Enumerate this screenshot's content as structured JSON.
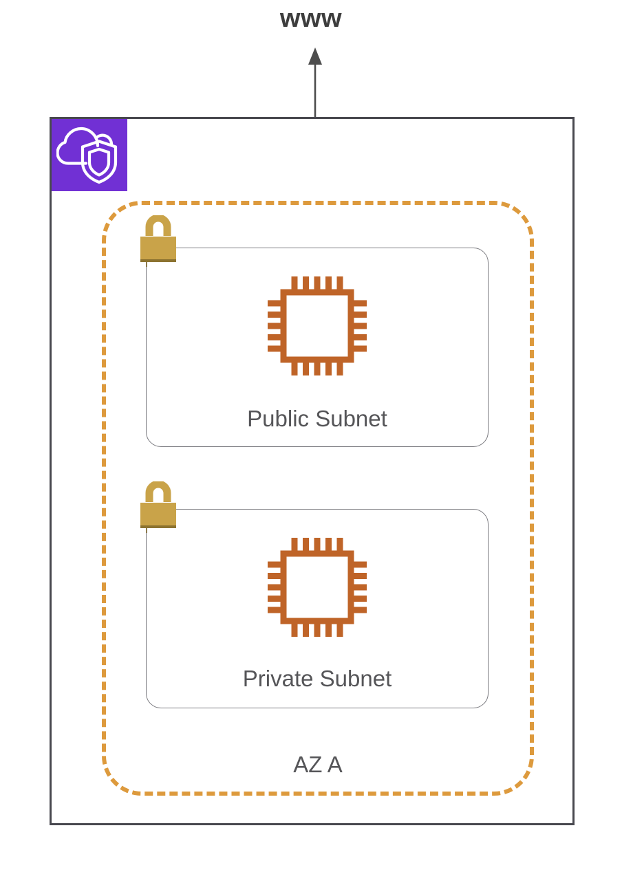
{
  "diagram": {
    "type": "aws-vpc-architecture",
    "internet": {
      "label": "www",
      "connector_name": "double-headed-arrow",
      "connector_color": "#4d4d4d"
    },
    "vpc": {
      "icon_name": "vpc-cloud-shield-icon",
      "icon_background": "#7130d4",
      "icon_stroke": "#ffffff",
      "border_color": "#48484f"
    },
    "availability_zone": {
      "label": "AZ A",
      "border_color": "#dd9a3d",
      "border_style": "dashed"
    },
    "subnets": [
      {
        "label": "Public Subnet",
        "lock_icon_name": "padlock-icon",
        "compute_icon_name": "cpu-chip-icon",
        "border_color": "#7b7b80",
        "lock_color": "#c9a349",
        "compute_color": "#bf6428"
      },
      {
        "label": "Private Subnet",
        "lock_icon_name": "padlock-icon",
        "compute_icon_name": "cpu-chip-icon",
        "border_color": "#7b7b80",
        "lock_color": "#c9a349",
        "compute_color": "#bf6428"
      }
    ],
    "text_color": "#555558"
  }
}
